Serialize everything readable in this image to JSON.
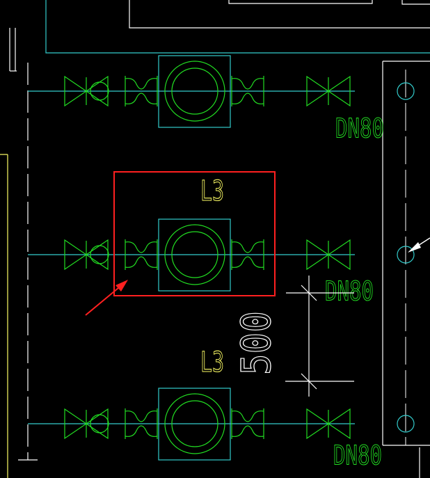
{
  "colors": {
    "background": "#000000",
    "pipe": "#33cccc",
    "equipment_outline": "#33cccc",
    "valve": "#22dd22",
    "label_yellow": "#ffff66",
    "label_green": "#22dd22",
    "dimension": "#ffffff",
    "highlight": "#ff2020",
    "wall_white": "#ffffff",
    "wall_yellow": "#ffff66"
  },
  "units": [
    {
      "tag": "",
      "size_label": "DN80"
    },
    {
      "tag": "L3",
      "size_label": "DN80",
      "highlighted": true
    },
    {
      "tag": "L3",
      "size_label": "DN80"
    }
  ],
  "dimension": {
    "value": "500"
  },
  "icons": {
    "valve": "gate-valve-icon",
    "flexible_joint": "flexible-joint-icon",
    "pump": "pump-icon",
    "arrow": "arrow-icon"
  }
}
